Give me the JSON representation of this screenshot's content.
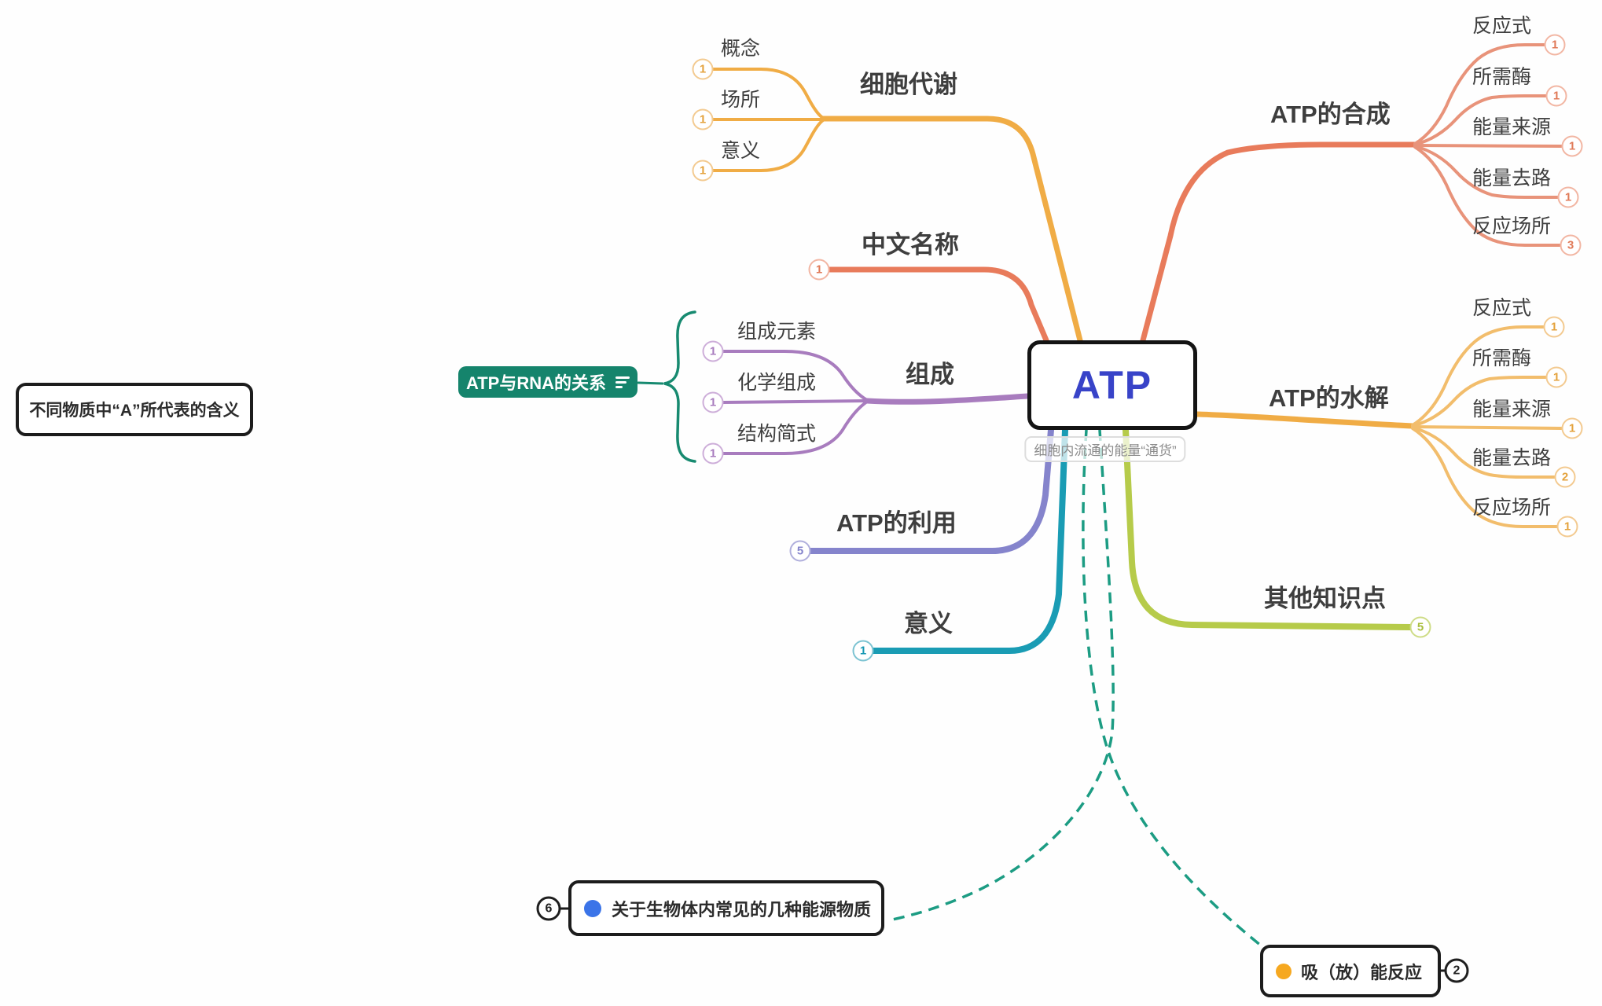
{
  "root": {
    "label": "ATP",
    "note": "细胞内流通的能量“通货”"
  },
  "left_branches": [
    {
      "label": "细胞代谢",
      "children": [
        {
          "label": "概念",
          "badge": "1"
        },
        {
          "label": "场所",
          "badge": "1"
        },
        {
          "label": "意义",
          "badge": "1"
        }
      ]
    },
    {
      "label": "中文名称",
      "badge": "1"
    },
    {
      "label": "组成",
      "children": [
        {
          "label": "组成元素",
          "badge": "1"
        },
        {
          "label": "化学组成",
          "badge": "1"
        },
        {
          "label": "结构简式",
          "badge": "1"
        }
      ]
    },
    {
      "label": "ATP的利用",
      "badge": "5"
    },
    {
      "label": "意义",
      "badge": "1"
    }
  ],
  "right_branches": [
    {
      "label": "ATP的合成",
      "children": [
        {
          "label": "反应式",
          "badge": "1"
        },
        {
          "label": "所需酶",
          "badge": "1"
        },
        {
          "label": "能量来源",
          "badge": "1"
        },
        {
          "label": "能量去路",
          "badge": "1"
        },
        {
          "label": "反应场所",
          "badge": "3"
        }
      ]
    },
    {
      "label": "ATP的水解",
      "children": [
        {
          "label": "反应式",
          "badge": "1"
        },
        {
          "label": "所需酶",
          "badge": "1"
        },
        {
          "label": "能量来源",
          "badge": "1"
        },
        {
          "label": "能量去路",
          "badge": "2"
        },
        {
          "label": "反应场所",
          "badge": "1"
        }
      ]
    },
    {
      "label": "其他知识点",
      "badge": "5"
    }
  ],
  "floating": {
    "summary_box": {
      "label": "不同物质中“A”所代表的含义"
    },
    "relation_box": {
      "label": "ATP与RNA的关系"
    },
    "energy_sources": {
      "label": "关于生物体内常见的几种能源物质",
      "badge": "6"
    },
    "reaction": {
      "label": "吸（放）能反应",
      "badge": "2"
    }
  },
  "colors": {
    "amber": "#f0ac45",
    "coral": "#e87b5b",
    "purple": "#a87cbe",
    "periwinkle": "#8584cc",
    "teal_blue": "#1a9cb4",
    "yellow_green": "#b6cb4a",
    "dashed_teal": "#1c9c83",
    "brace_teal": "#178a70",
    "relation_bg": "#15846c",
    "root_text": "#3843c8",
    "marker_blue": "#3b74e8",
    "marker_orange": "#f6a820"
  }
}
